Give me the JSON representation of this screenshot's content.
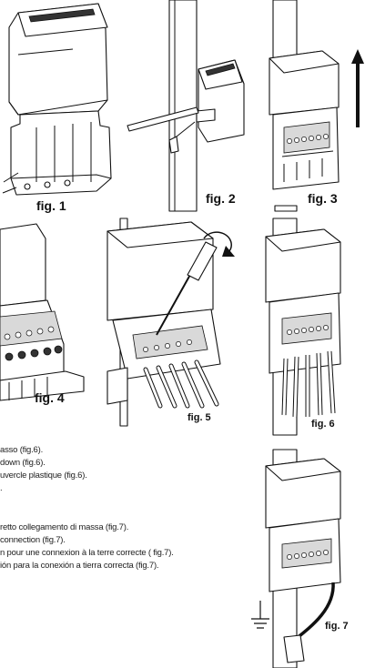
{
  "figures": [
    {
      "label": "fig. 1"
    },
    {
      "label": "fig. 2"
    },
    {
      "label": "fig. 3"
    },
    {
      "label": "fig. 4"
    },
    {
      "label": "fig. 5"
    },
    {
      "label": "fig. 6"
    },
    {
      "label": "fig. 7"
    }
  ],
  "instructions_fig6": [
    "asso (fig.6).",
    "down (fig.6).",
    "uvercle plastique (fig.6).",
    "."
  ],
  "instructions_fig7": [
    "retto collegamento di massa (fig.7).",
    "connection  (fig.7).",
    "n pour une connexion à la terre correcte  ( fig.7).",
    "ión para la conexión a tierra correcta (fig.7)."
  ]
}
